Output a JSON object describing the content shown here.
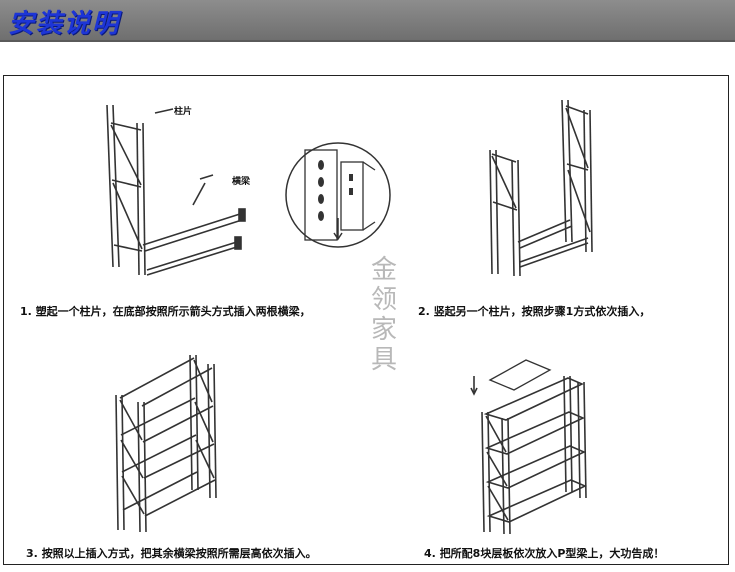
{
  "header": {
    "title": "安装说明",
    "bg_color": "#7a7a7a",
    "title_color": "#1d35d6"
  },
  "steps": [
    {
      "number": "1.",
      "text": "塑起一个柱片，在底部按照所示箭头方式插入两根横梁，"
    },
    {
      "number": "2.",
      "text": "竖起另一个柱片，按照步骤1方式依次插入，"
    },
    {
      "number": "3.",
      "text": "按照以上插入方式，把其余横梁按照所需层高依次插入。"
    },
    {
      "number": "4.",
      "text": "把所配8块层板依次放入P型梁上，大功告成！"
    }
  ],
  "callouts": {
    "column": "柱片",
    "beam": "横梁"
  },
  "watermark": [
    "金",
    "领",
    "家",
    "具"
  ]
}
